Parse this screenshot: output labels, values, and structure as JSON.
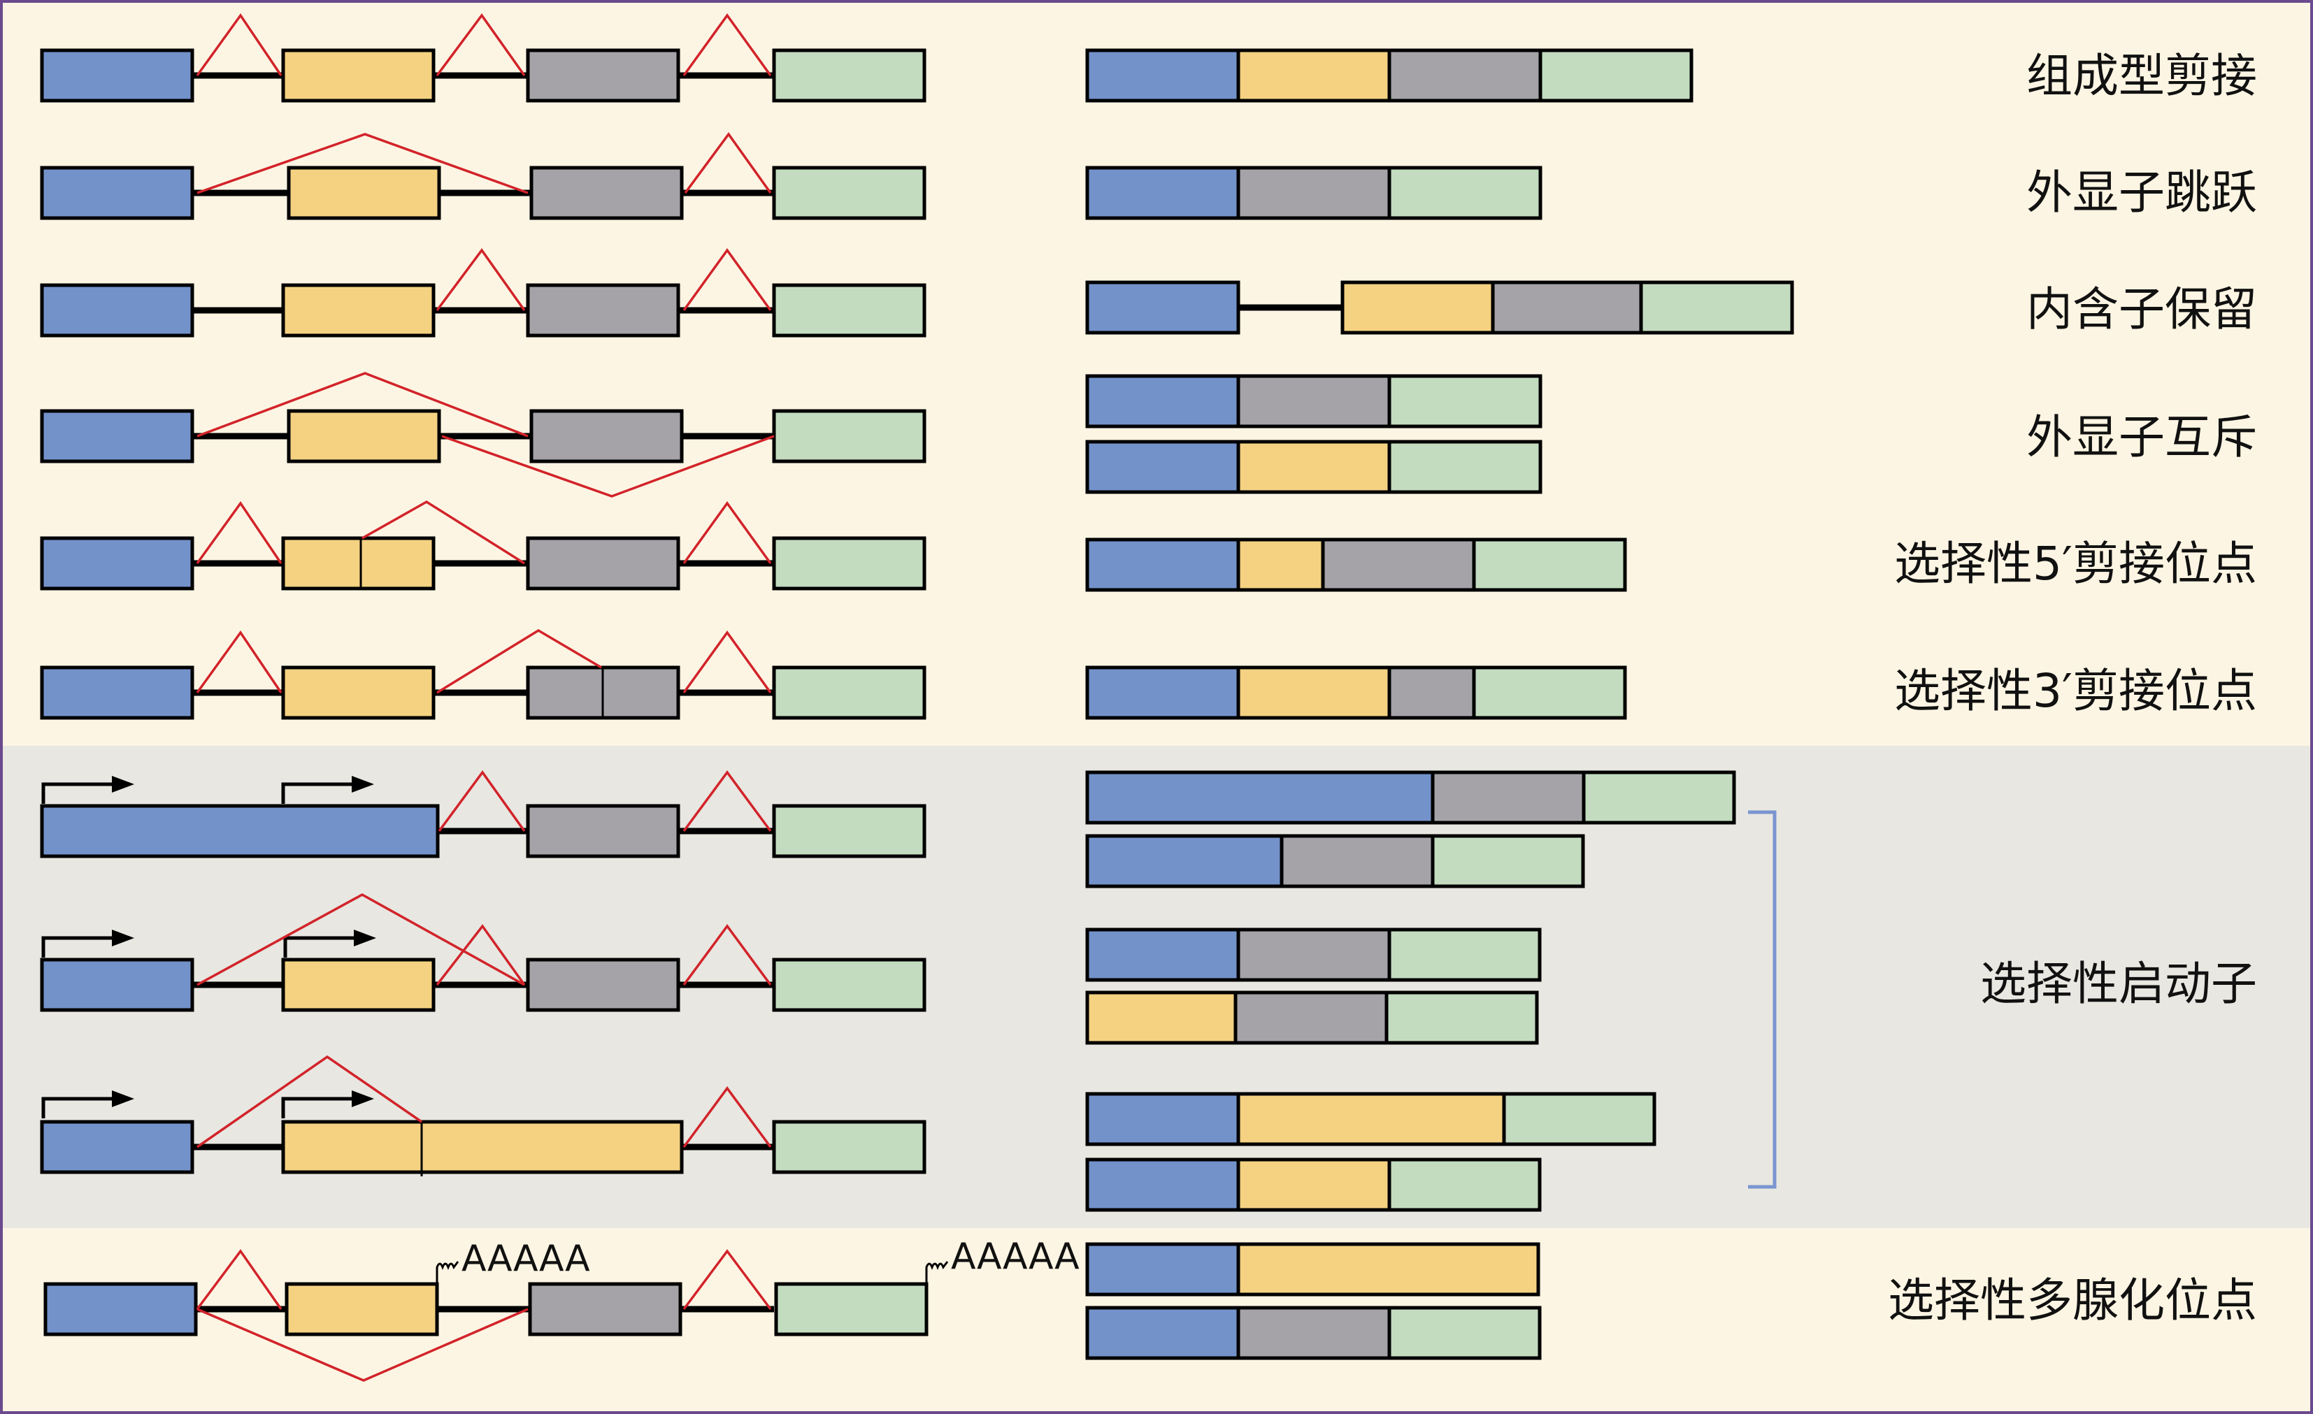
{
  "colors": {
    "background_main": "#fdf5e3",
    "background_promoter_band": "#e8e7e1",
    "frame": "#6b4a8e",
    "exon1": "#7392ca",
    "exon2": "#f4d282",
    "exon3": "#a5a3a8",
    "exon4": "#c3dcc0",
    "splice_line": "#d2232a",
    "backbone": "#000000",
    "bracket": "#7a95cf"
  },
  "poly_a_label": "AAAAA",
  "rows": [
    {
      "id": "constitutive",
      "label": "组成型剪接"
    },
    {
      "id": "exon-skipping",
      "label": "外显子跳跃"
    },
    {
      "id": "intron-retention",
      "label": "内含子保留"
    },
    {
      "id": "mutually-exclusive-exons",
      "label": "外显子互斥"
    },
    {
      "id": "alt-5-splice-site",
      "label": "选择性5′剪接位点"
    },
    {
      "id": "alt-3-splice-site",
      "label": "选择性3′剪接位点"
    },
    {
      "id": "alternative-promoter",
      "label": "选择性启动子"
    },
    {
      "id": "alt-polyadenylation",
      "label": "选择性多腺化位点"
    }
  ]
}
